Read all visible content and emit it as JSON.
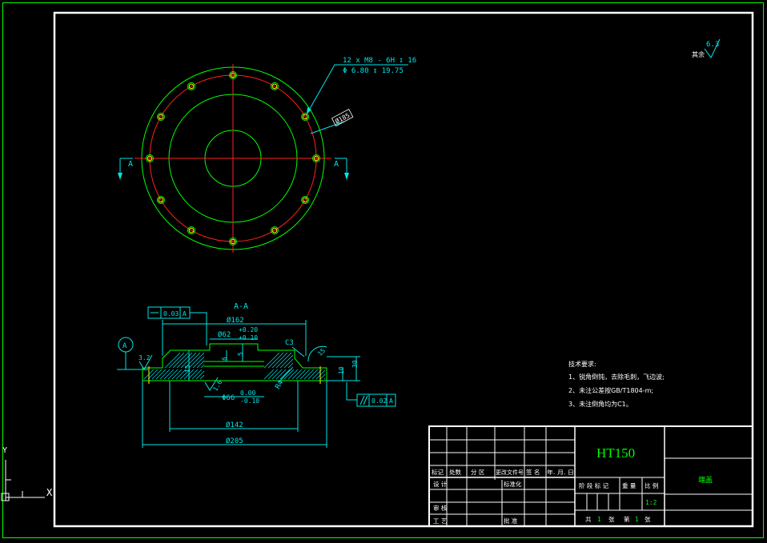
{
  "colors": {
    "background": "#000000",
    "frame": "#ffffff",
    "outline": "#00ff00",
    "centerline": "#ff2020",
    "dimension": "#00e5e5",
    "hole": "#ffff00",
    "ucs": "#ffffff"
  },
  "top_view": {
    "hole_callout_line1": "12 x  M8 - 6H ↧ 16",
    "hole_callout_line2": "Φ 6.80 ↧ 19.75",
    "bolt_circle_dim": "Ø185",
    "section_mark_left": "A",
    "section_mark_right": "A"
  },
  "section_view": {
    "title": "A-A",
    "flatness_value": "0.03",
    "flatness_datum": "A",
    "datum_label": "A",
    "parallel_value": "0.02",
    "parallel_datum": "A",
    "dia_162": "Ø162",
    "dia_62": "Ø62",
    "dia_62_upper": "+0.20",
    "dia_62_lower": "+0.10",
    "chamfer": "C3",
    "angle_15": "15",
    "roughness_32": "3.2",
    "dim_15": "15",
    "dim_6": "6",
    "dim_5": "5",
    "dim_10": "10",
    "dim_30": "30",
    "radius_r4": "R4",
    "roughness_16": "1.6",
    "dia_66": "Φ66",
    "dia_66_upper": "0.00",
    "dia_66_lower": "-0.10",
    "dia_142": "Ø142",
    "dia_205": "Ø205"
  },
  "roughness_corner": {
    "prefix": "其余",
    "value": "6.3"
  },
  "tech_requirements": {
    "title": "技术要求:",
    "items": [
      "1、锐角倒钝，去除毛刺，飞边波;",
      "2、未注公差按GB/T1804-m;",
      "3、未注倒角均为C1。"
    ]
  },
  "title_block": {
    "material": "HT150",
    "part_name": "端盖",
    "row_header": [
      "标记",
      "处数",
      "分 区",
      "更改文件号",
      "签 名",
      "年. 月. 日"
    ],
    "design_label": "设 计",
    "standardization_label": "标准化",
    "stage_mark_label": "阶 段 标 记",
    "weight_label": "重 量",
    "scale_label": "比 例",
    "scale_value": "1:2",
    "review_label": "审 核",
    "process_label": "工 艺",
    "approve_label": "批 准",
    "sheets_total_prefix": "共",
    "sheets_total": "1",
    "sheets_unit1": "张",
    "sheet_no_prefix": "第",
    "sheet_no": "1",
    "sheets_unit2": "张"
  },
  "ucs": {
    "x_label": "X",
    "y_label": "Y"
  }
}
